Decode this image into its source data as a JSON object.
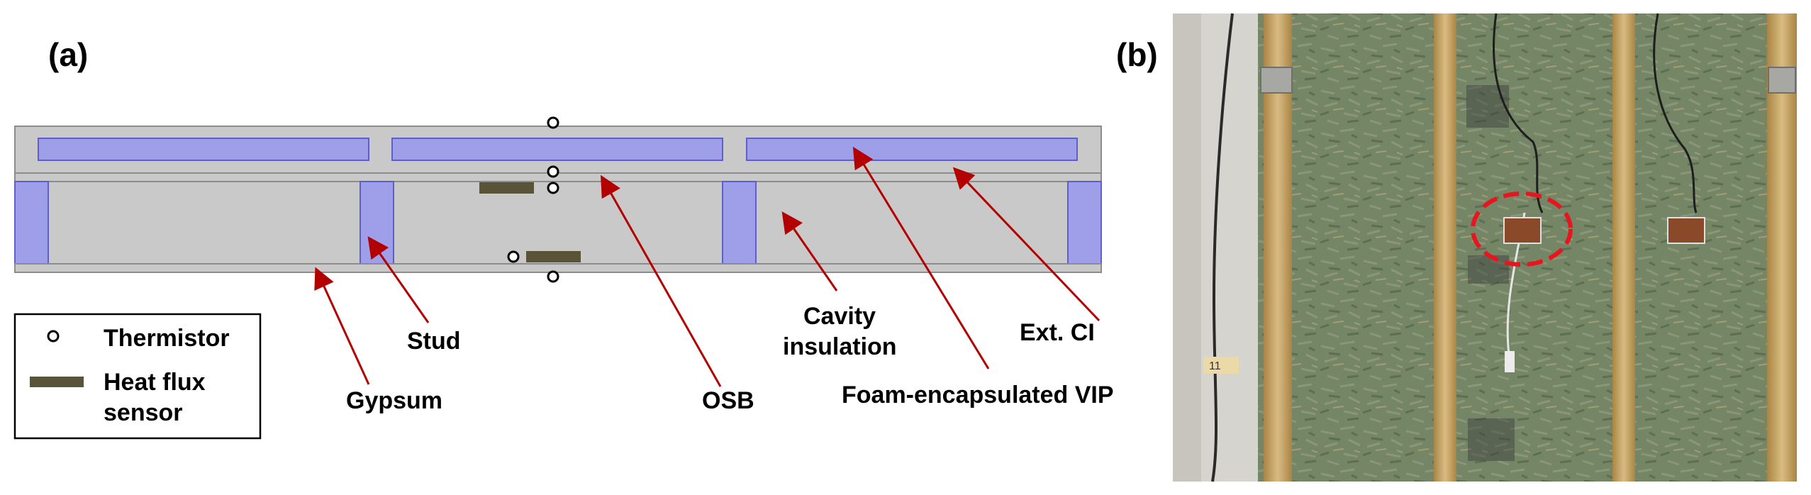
{
  "panels": {
    "a": "(a)",
    "b": "(b)"
  },
  "diagram": {
    "labels": {
      "stud": "Stud",
      "gypsum": "Gypsum",
      "osb": "OSB",
      "cavity_line1": "Cavity",
      "cavity_line2": "insulation",
      "foam_vip": "Foam-encapsulated VIP",
      "ext_ci": "Ext. CI"
    },
    "legend": {
      "thermistor": "Thermistor",
      "heat_flux_line1": "Heat flux",
      "heat_flux_line2": "sensor"
    }
  },
  "colors": {
    "layer_gray": "#c9c9c9",
    "vip_blue": "#9e9ee9",
    "arrow_red": "#b30000",
    "sensor_olive": "#595438",
    "photo_osb": "#7b8a66",
    "stud_wood": "#c9a56a",
    "highlight_red": "#e8141e"
  },
  "photo": {
    "tag_text": "11"
  }
}
